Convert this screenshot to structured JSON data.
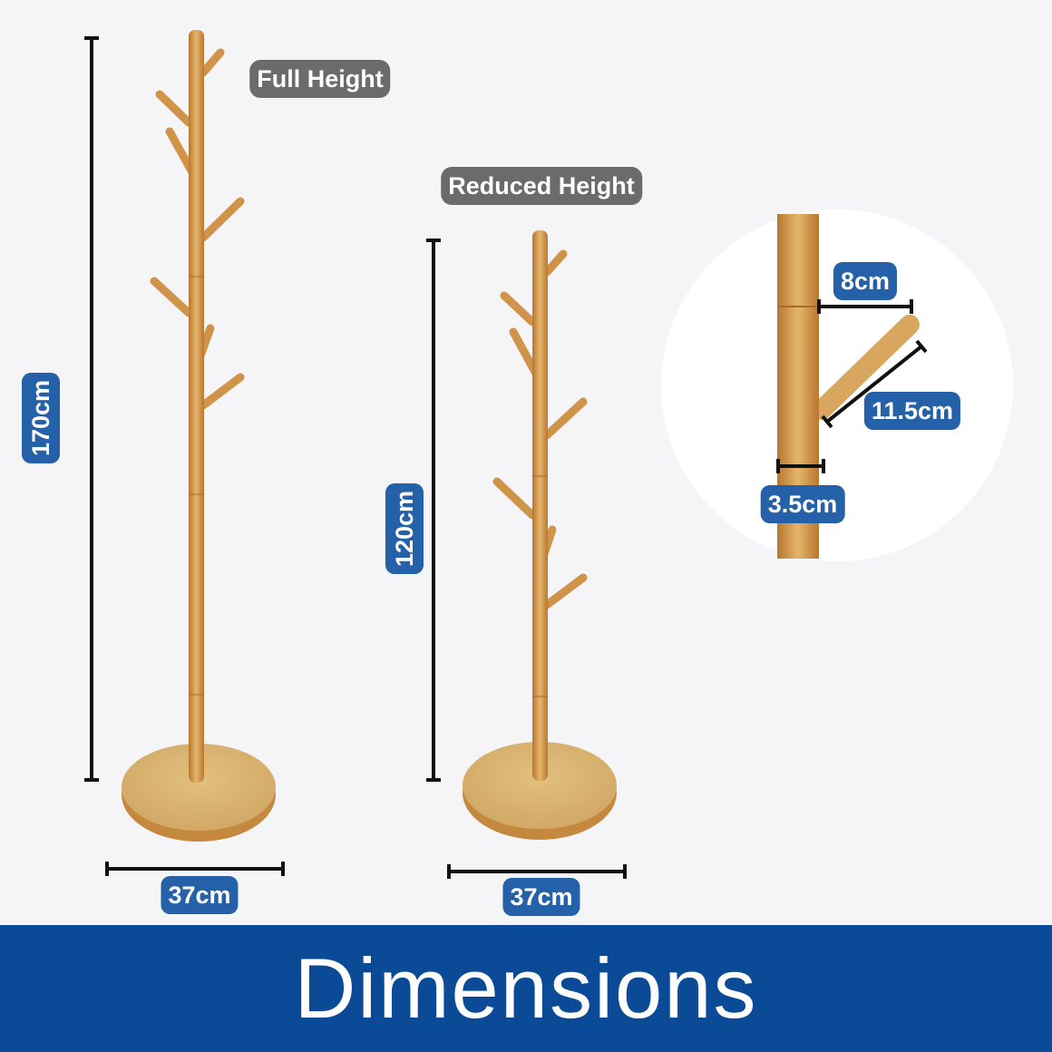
{
  "labels": {
    "full_height": "Full Height",
    "reduced_height": "Reduced Height",
    "full_height_value": "170cm",
    "reduced_height_value": "120cm",
    "base_width_full": "37cm",
    "base_width_reduced": "37cm",
    "hook_spacing": "8cm",
    "hook_length": "11.5cm",
    "pole_diameter": "3.5cm"
  },
  "banner": {
    "title": "Dimensions"
  },
  "colors": {
    "label_bg": "#2461a8",
    "banner_bg": "#0a4a96",
    "tag_bg": "#6b6b6b",
    "wood": "#d9a55c",
    "background": "#f5f5f8"
  }
}
